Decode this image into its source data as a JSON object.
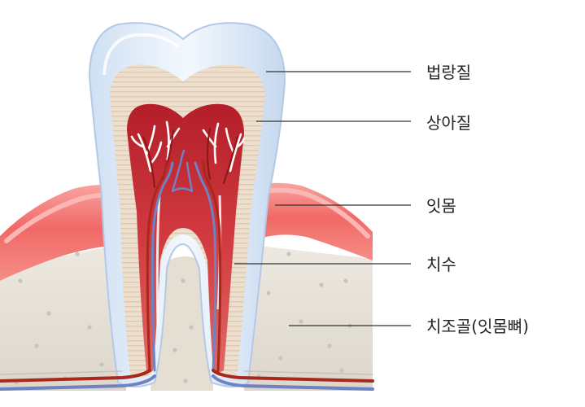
{
  "labels": {
    "enamel": "법랑질",
    "dentin": "상아질",
    "gum": "잇몸",
    "pulp": "치수",
    "alveolar_bone": "치조골(잇몸뼈)"
  },
  "colors": {
    "enamel": "#dce9f6",
    "dentin": "#ecdccb",
    "pulp": "#c8242e",
    "gum": "#f06a6a",
    "bone": "#e6e1d8",
    "artery": "#a8281e",
    "vein": "#6f83c4"
  }
}
